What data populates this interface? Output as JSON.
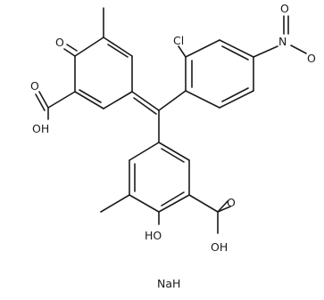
{
  "molecule": {
    "atom_labels": {
      "ketone_o": "O",
      "cooh_top_o": "O",
      "cooh_top_oh": "OH",
      "chloro": "Cl",
      "nitro_n": "N",
      "nitro_o_upper": "O",
      "nitro_o_lower": "O",
      "cooh_bottom_o": "O",
      "cooh_bottom_oh": "OH",
      "phenol_oh": "HO",
      "counterion": "NaH"
    }
  }
}
